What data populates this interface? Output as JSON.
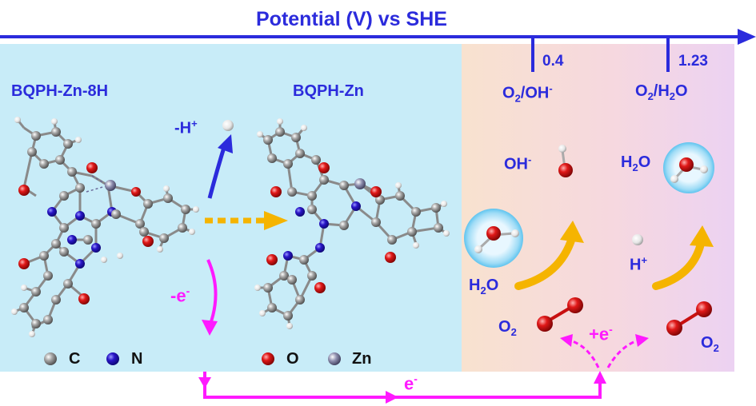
{
  "axis": {
    "title": "Potential (V) vs SHE",
    "ticks": [
      "0.4",
      "1.23"
    ]
  },
  "left_panel": {
    "molecule_left": "BQPH-Zn-8H",
    "molecule_right": "BQPH-Zn",
    "proton_label": "-H",
    "proton_sup": "+",
    "electron_label": "-e",
    "electron_sup": "-"
  },
  "legend": [
    {
      "symbol": "C",
      "color": "#9a9a9a"
    },
    {
      "symbol": "N",
      "color": "#2a16c8"
    },
    {
      "symbol": "O",
      "color": "#e01818"
    },
    {
      "symbol": "Zn",
      "color": "#8a8aa8"
    }
  ],
  "right_panel": {
    "couple_1": {
      "main": "O",
      "sub": "2",
      "rest": "/OH",
      "sup": "-"
    },
    "couple_2": {
      "main": "O",
      "sub": "2",
      "rest": "/H",
      "sub2": "2",
      "rest2": "O"
    },
    "oh_label": {
      "main": "OH",
      "sup": "-"
    },
    "h2o_left": {
      "main": "H",
      "sub": "2",
      "rest": "O"
    },
    "h2o_right": {
      "main": "H",
      "sub": "2",
      "rest": "O"
    },
    "h_plus": {
      "main": "H",
      "sup": "+"
    },
    "o2_left": {
      "main": "O",
      "sub": "2"
    },
    "o2_right": {
      "main": "O",
      "sub": "2"
    },
    "plus_e": {
      "main": "+e",
      "sup": "-"
    }
  },
  "bottom": {
    "electron": {
      "main": "e",
      "sup": "-"
    }
  },
  "colors": {
    "axis_blue": "#2b2bdc",
    "left_bg": "#c8ecf8",
    "magenta": "#ff1aff",
    "yellow_arrow": "#f5b400"
  }
}
